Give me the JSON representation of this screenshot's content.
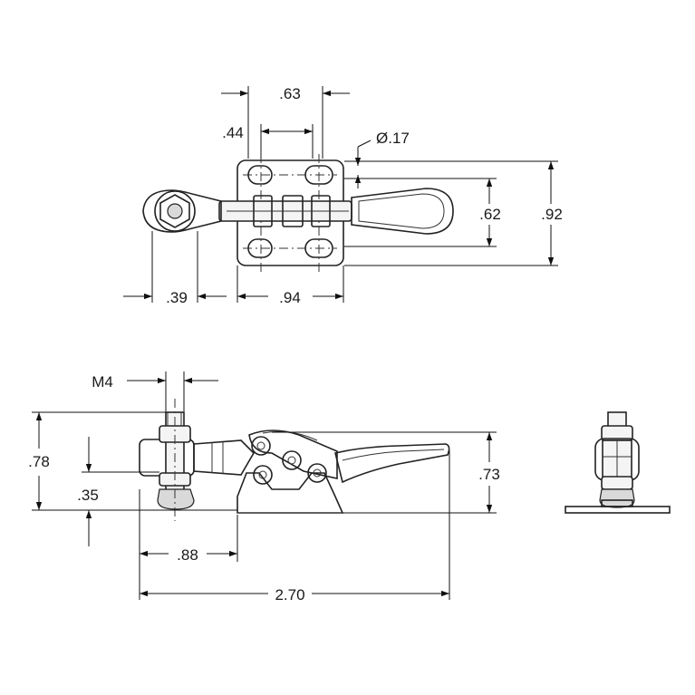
{
  "dimensions": {
    "top_hole_pitch": ".63",
    "top_hole_spacing": ".44",
    "hole_diameter": "Ø.17",
    "slot_spacing": ".62",
    "base_width": ".92",
    "spindle_offset": ".39",
    "base_length": ".94",
    "thread_size": "M4",
    "spindle_height": ".78",
    "spindle_base_height": ".35",
    "overall_height": ".73",
    "spindle_reach": ".88",
    "overall_length": "2.70"
  }
}
